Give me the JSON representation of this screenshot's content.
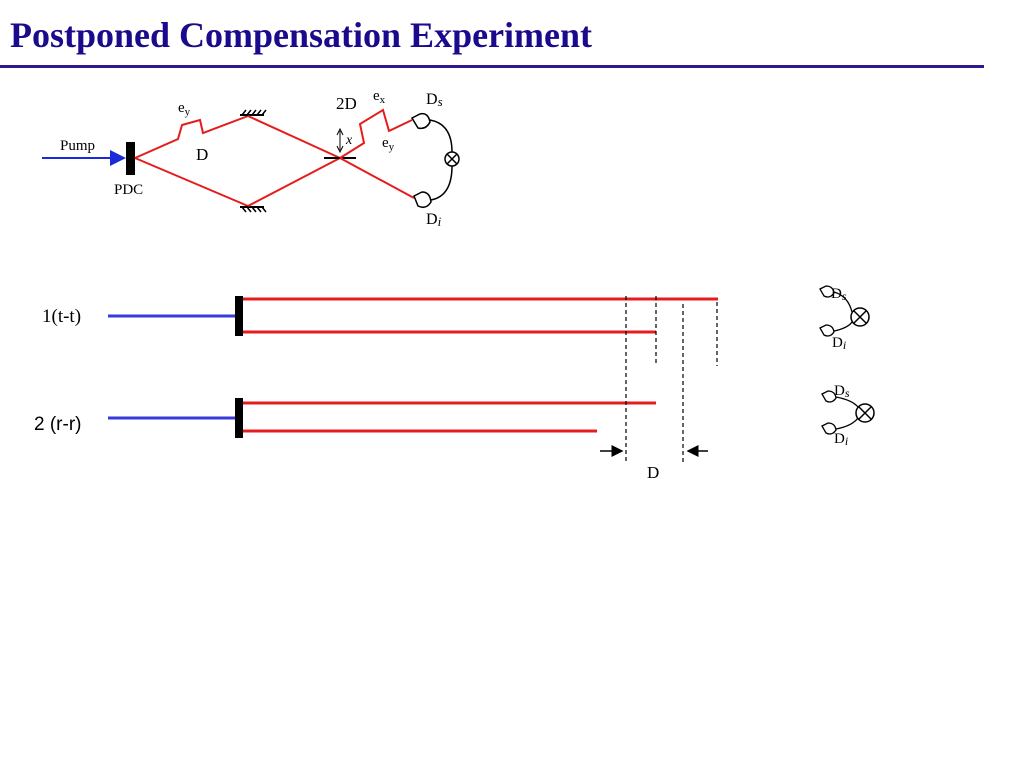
{
  "slide": {
    "title": "Postponed Compensation Experiment"
  },
  "setup": {
    "pump_label": "Pump",
    "pdc_label": "PDC",
    "delay_label": "D",
    "double_delay_label": "2D",
    "ey_label_main": "e",
    "ey_sub": "y",
    "ex_label_main": "e",
    "ex_sub": "x",
    "ey2_label_main": "e",
    "ey2_sub": "y",
    "x_label": "x",
    "ds_main": "D",
    "ds_sub": "s",
    "di_main": "D",
    "di_sub": "i"
  },
  "timing": {
    "case1_label": "1(t-t)",
    "case2_label": "2 (r-r)",
    "delay_label": "D",
    "ds_main": "D",
    "ds_sub": "s",
    "di_main": "D",
    "di_sub": "i"
  },
  "colors": {
    "title": "#1a0a8c",
    "beam_red": "#e51c1c",
    "pump_blue": "#3a3adb"
  }
}
